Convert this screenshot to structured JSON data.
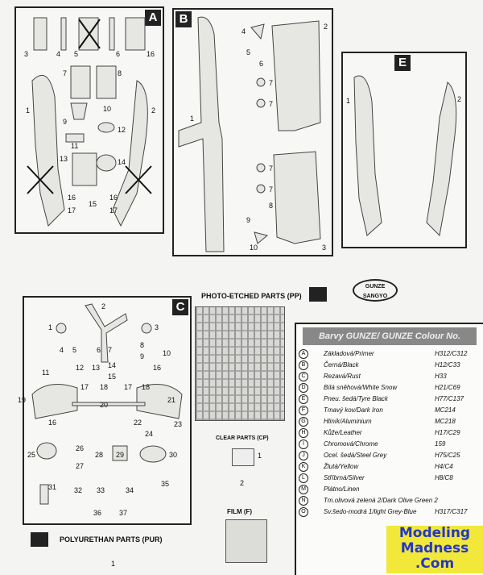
{
  "panels": {
    "A": {
      "label": "A",
      "numbers": [
        "3",
        "4",
        "5",
        "6",
        "16",
        "7",
        "8",
        "1",
        "2",
        "9",
        "10",
        "12",
        "11",
        "13",
        "14",
        "16",
        "15",
        "16",
        "17",
        "17"
      ]
    },
    "B": {
      "label": "B",
      "numbers": [
        "4",
        "2",
        "5",
        "6",
        "7",
        "7",
        "1",
        "7",
        "7",
        "8",
        "9",
        "10",
        "3"
      ]
    },
    "E": {
      "label": "E",
      "numbers": [
        "1",
        "2"
      ]
    },
    "C": {
      "label": "C",
      "numbers": [
        "1",
        "2",
        "3",
        "4",
        "5",
        "6",
        "7",
        "8",
        "9",
        "10",
        "11",
        "12",
        "13",
        "14",
        "15",
        "16",
        "17",
        "18",
        "17",
        "18",
        "19",
        "20",
        "21",
        "16",
        "22",
        "23",
        "24",
        "25",
        "26",
        "27",
        "28",
        "29",
        "30",
        "31",
        "32",
        "33",
        "34",
        "35",
        "36",
        "37"
      ]
    }
  },
  "labels": {
    "photo_etched": "PHOTO-ETCHED PARTS (PP)",
    "clear": "CLEAR PARTS (CP)",
    "film": "FILM (F)",
    "polyurethan": "POLYURETHAN PARTS (PUR)",
    "clear_nums": [
      "1",
      "2"
    ],
    "pur_num": "1"
  },
  "logo": "GUNZE SANGYO",
  "colour_table": {
    "title": "Barvy GUNZE/ GUNZE Colour No.",
    "rows": [
      {
        "code": "A",
        "name": "Základová/Primer",
        "value": "H312/C312"
      },
      {
        "code": "B",
        "name": "Černá/Black",
        "value": "H12/C33"
      },
      {
        "code": "C",
        "name": "Rezavá/Rust",
        "value": "H33"
      },
      {
        "code": "D",
        "name": "Bílá sněhová/White Snow",
        "value": "H21/C69"
      },
      {
        "code": "E",
        "name": "Pneu. šedá/Tyre Black",
        "value": "H77/C137"
      },
      {
        "code": "F",
        "name": "Tmavý kov/Dark Iron",
        "value": "MC214"
      },
      {
        "code": "G",
        "name": "Hliník/Aluminium",
        "value": "MC218"
      },
      {
        "code": "H",
        "name": "Kůže/Leather",
        "value": "H17/C29"
      },
      {
        "code": "I",
        "name": "Chromová/Chrome",
        "value": "159"
      },
      {
        "code": "J",
        "name": "Ocel. šedá/Steel Grey",
        "value": "H75/C25"
      },
      {
        "code": "K",
        "name": "Žlutá/Yellow",
        "value": "H4/C4"
      },
      {
        "code": "L",
        "name": "Stříbrná/Silver",
        "value": "H8/C8"
      },
      {
        "code": "M",
        "name": "Plátno/Linen",
        "value": ""
      },
      {
        "code": "N",
        "name": "Tm.olivová zelená 2/Dark Olive Green 2",
        "value": ""
      },
      {
        "code": "O",
        "name": "Sv.šedo-modrá 1/light Grey-Blue",
        "value": "H317/C317"
      }
    ]
  },
  "watermark": {
    "line1": "Modeling",
    "line2": "Madness",
    ".com": ".Com"
  }
}
